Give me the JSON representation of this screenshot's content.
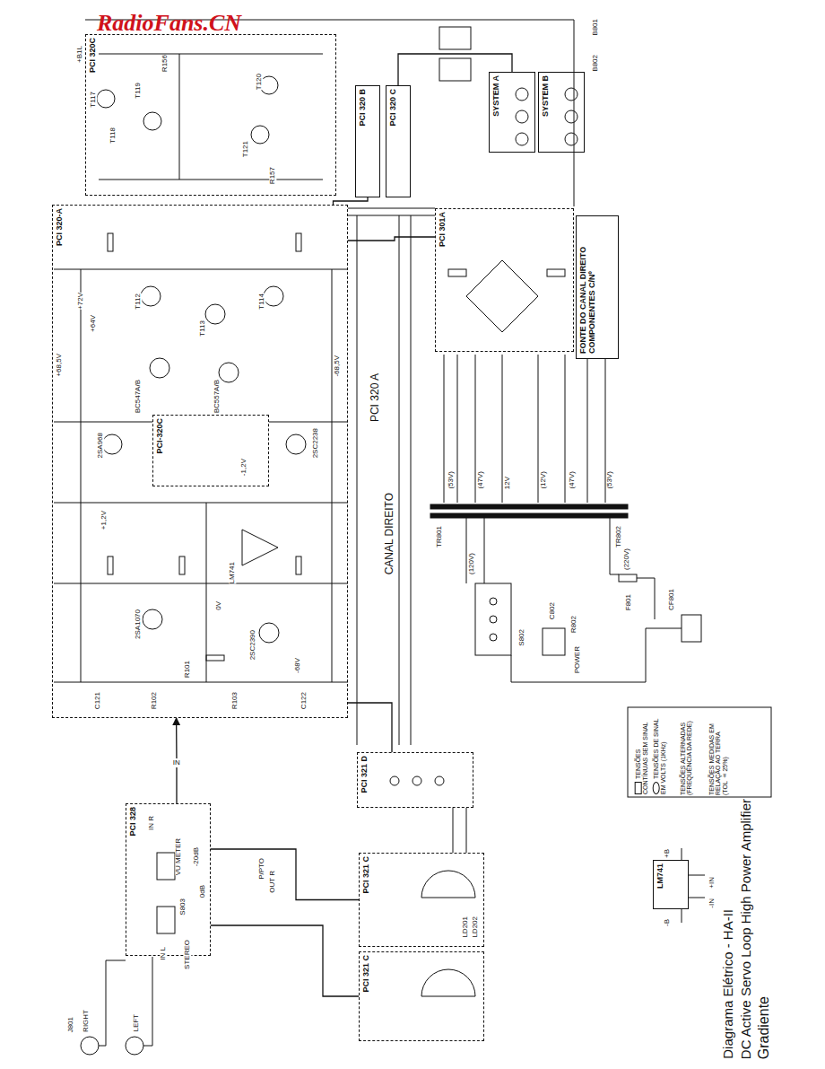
{
  "diagram": {
    "title": "Diagrama Elétrico - HA-II",
    "caption": "DC Active Servo Loop High Power Amplifier",
    "nodes": [
      {
        "text": [
          "PCI 320-A"
        ]
      },
      {
        "text": [
          "PCI-320C"
        ],
        "in": 0
      },
      {
        "text": [
          "PCI 320C"
        ]
      },
      {
        "text": [
          "PCI 320 B"
        ]
      },
      {
        "text": [
          "PCI 320 C"
        ]
      },
      {
        "text": [
          "PCI 301A"
        ]
      },
      {
        "text": [
          "FONTE DO CANAL DIREITO COMPONENTES C/Nº"
        ]
      },
      {
        "text": [
          "SYSTEM A"
        ]
      },
      {
        "text": [
          "SYSTEM B"
        ]
      },
      {
        "text": [
          "PCI 321 D"
        ]
      },
      {
        "text": [
          "PCI 328"
        ]
      },
      {
        "text": [
          "PCI 321 C"
        ]
      },
      {
        "text": [
          "PCI 321 C"
        ]
      },
      {
        "text": [
          "LM741"
        ]
      }
    ],
    "edges": [
      {
        "from": 0,
        "to": 3,
        "arrow": "none"
      },
      {
        "from": 4,
        "to": 7,
        "arrow": "none"
      },
      {
        "from": 5,
        "to": 0,
        "arrow": "none"
      },
      {
        "from": 10,
        "to": 0,
        "label": "IN",
        "arrow": "to"
      },
      {
        "from": 10,
        "to": 11,
        "arrow": "none"
      },
      {
        "from": 10,
        "to": 12,
        "arrow": "none"
      },
      {
        "from": 9,
        "to": 0,
        "arrow": "none"
      }
    ],
    "labels": [
      "RadioFans.CN",
      "Gradiente",
      "+B1L",
      "T117",
      "T118",
      "T119",
      "T120",
      "T121",
      "R156",
      "R157",
      "+72V",
      "+64V",
      "T112",
      "T113",
      "T114",
      "+68,5V",
      "-68,5V",
      "BC547A/B",
      "BC557A/B",
      "2SA968",
      "2SC2238",
      "+1,2V",
      "-1,2V",
      "LM741",
      "0V",
      "2SA1070",
      "2SC2390",
      "-68V",
      "R101",
      "R102",
      "R103",
      "C121",
      "C122",
      "CANAL DIREITO",
      "PCI 320 A",
      "B801",
      "B802",
      "TR801",
      "TR802",
      "(53V)",
      "(47V)",
      "12V",
      "(53V)",
      "(47V)",
      "(12V)",
      "(120V)",
      "(220V)",
      "S802",
      "C802",
      "R802",
      "CF801",
      "POWER",
      "F801",
      "S803",
      "STEREO",
      "VU METER",
      "-20dB",
      "0dB",
      "IN R",
      "P/PTO",
      "OUT R",
      "J801",
      "RIGHT",
      "LEFT",
      "LD201",
      "LD202",
      "+IN",
      "-IN",
      "+B",
      "-B",
      "IN L",
      "TENSÕES ALTERNADAS (FREQUÊNCIA DA REDE)",
      "TENSÕES MEDIDAS EM RELAÇÃO AO TERRA (TOL ± 25%)"
    ],
    "legend": [
      {
        "text": "TENSÕES CONTÍNUAS SEM SINAL"
      },
      {
        "text": "TENSÕES DE SINAL EM VOLTS (1KHz)"
      }
    ]
  }
}
